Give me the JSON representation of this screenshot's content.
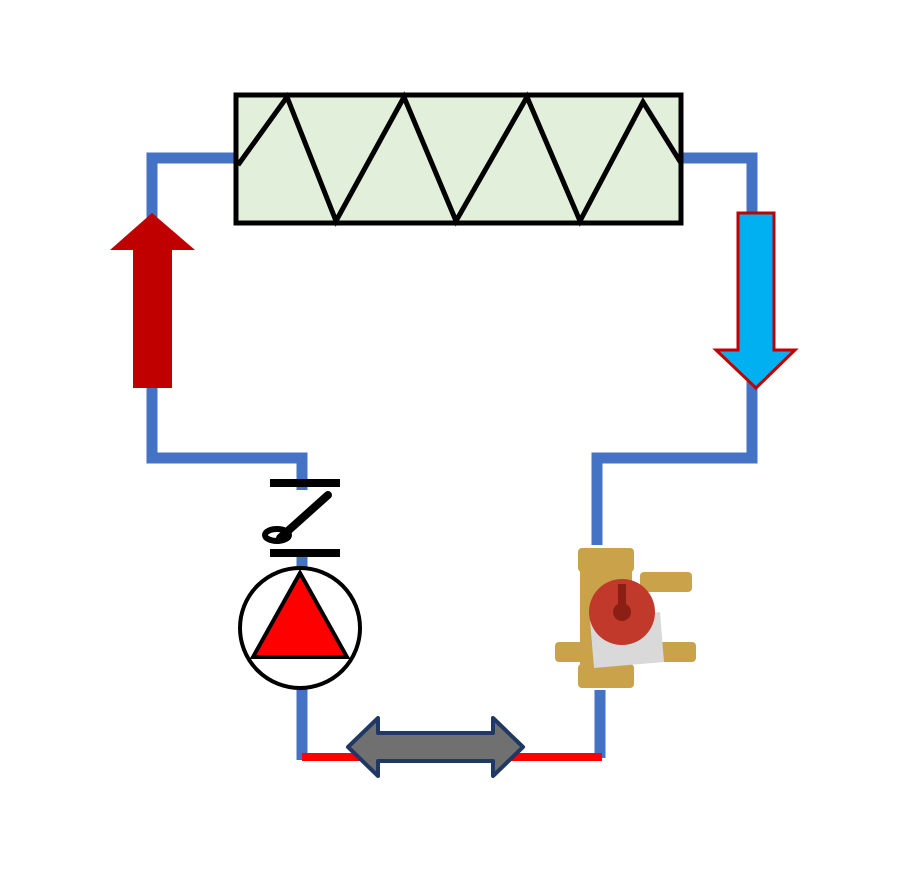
{
  "diagram": {
    "description": "",
    "colors": {
      "pipe": "#4472C4",
      "heat_exchanger_fill": "#E2EFDA",
      "outline": "#000000",
      "supply_arrow": "#C00000",
      "return_arrow_fill": "#00B0F0",
      "return_arrow_stroke": "#C00000",
      "pump_triangle": "#FF0000",
      "bottom_pipe": "#FF0000",
      "bidirectional_arrow_fill": "#707070",
      "bidirectional_arrow_stroke": "#1F3864",
      "valve_brass": "#C9A24A",
      "valve_actuator": "#C0392B",
      "valve_plate": "#D9D9D9"
    },
    "components": [
      "heat-exchanger",
      "supply-flow-arrow",
      "return-flow-arrow",
      "check-valve",
      "circulation-pump",
      "bidirectional-arrow",
      "mixing-valve"
    ]
  }
}
